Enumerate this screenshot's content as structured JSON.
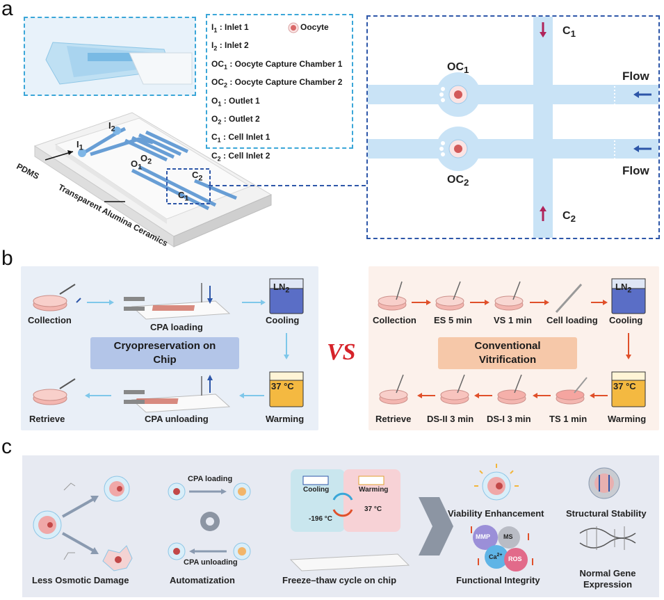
{
  "panels": {
    "a": "a",
    "b": "b",
    "c": "c"
  },
  "panel_a": {
    "legend": [
      {
        "sym": "I",
        "sub": "1",
        "text": " : Inlet 1"
      },
      {
        "sym": "I",
        "sub": "2",
        "text": " : Inlet 2"
      },
      {
        "sym": "OC",
        "sub": "1",
        "text": " : Oocyte Capture Chamber 1"
      },
      {
        "sym": "OC",
        "sub": "2",
        "text": " : Oocyte Capture Chamber 2"
      },
      {
        "sym": "O",
        "sub": "1",
        "text": " : Outlet 1"
      },
      {
        "sym": "O",
        "sub": "2",
        "text": " : Outlet 2"
      },
      {
        "sym": "C",
        "sub": "1",
        "text": " : Cell Inlet 1"
      },
      {
        "sym": "C",
        "sub": "2",
        "text": " : Cell Inlet 2"
      }
    ],
    "legend_oocyte": "Oocyte",
    "chip_labels": {
      "I": "I",
      "O": "O",
      "C": "C",
      "s1": "1",
      "s2": "2"
    },
    "pdms": "PDMS",
    "ceramics": "Transparent Alumina Ceramics",
    "zoom": {
      "oc": "OC",
      "c": "C",
      "s1": "1",
      "s2": "2",
      "flow": "Flow"
    }
  },
  "panel_b": {
    "left": {
      "collection": "Collection",
      "cpa_loading": "CPA loading",
      "cooling": "Cooling",
      "warming": "Warming",
      "cpa_unloading": "CPA unloading",
      "retrieve": "Retrieve",
      "title_line1": "Cryopreservation on",
      "title_line2": "Chip",
      "ln2": "LN",
      "ln2_sub": "2",
      "temp": "37 °C"
    },
    "vs": "VS",
    "right": {
      "collection": "Collection",
      "es": "ES 5 min",
      "vs1": "VS 1 min",
      "cell_loading": "Cell loading",
      "cooling": "Cooling",
      "warming": "Warming",
      "ts": "TS 1 min",
      "ds1": "DS-I 3 min",
      "ds2": "DS-II 3 min",
      "retrieve": "Retrieve",
      "title_line1": "Conventional",
      "title_line2": "Vitrification",
      "ln2": "LN",
      "ln2_sub": "2",
      "temp": "37 °C"
    }
  },
  "panel_c": {
    "less_osmotic": "Less Osmotic Damage",
    "cpa_loading": "CPA loading",
    "cpa_unloading": "CPA unloading",
    "automatization": "Automatization",
    "cooling": "Cooling",
    "warming": "Warming",
    "minus196": "-196 °C",
    "plus37": "37 °C",
    "freeze_thaw": "Freeze–thaw cycle on chip",
    "viability": "Viability Enhancement",
    "structural": "Structural Stability",
    "mmp": "MMP",
    "ms": "MS",
    "ca": "Ca",
    "ca_sup": "2+",
    "ros": "ROS",
    "functional": "Functional Integrity",
    "normal_gene_1": "Normal Gene",
    "normal_gene_2": "Expression"
  }
}
